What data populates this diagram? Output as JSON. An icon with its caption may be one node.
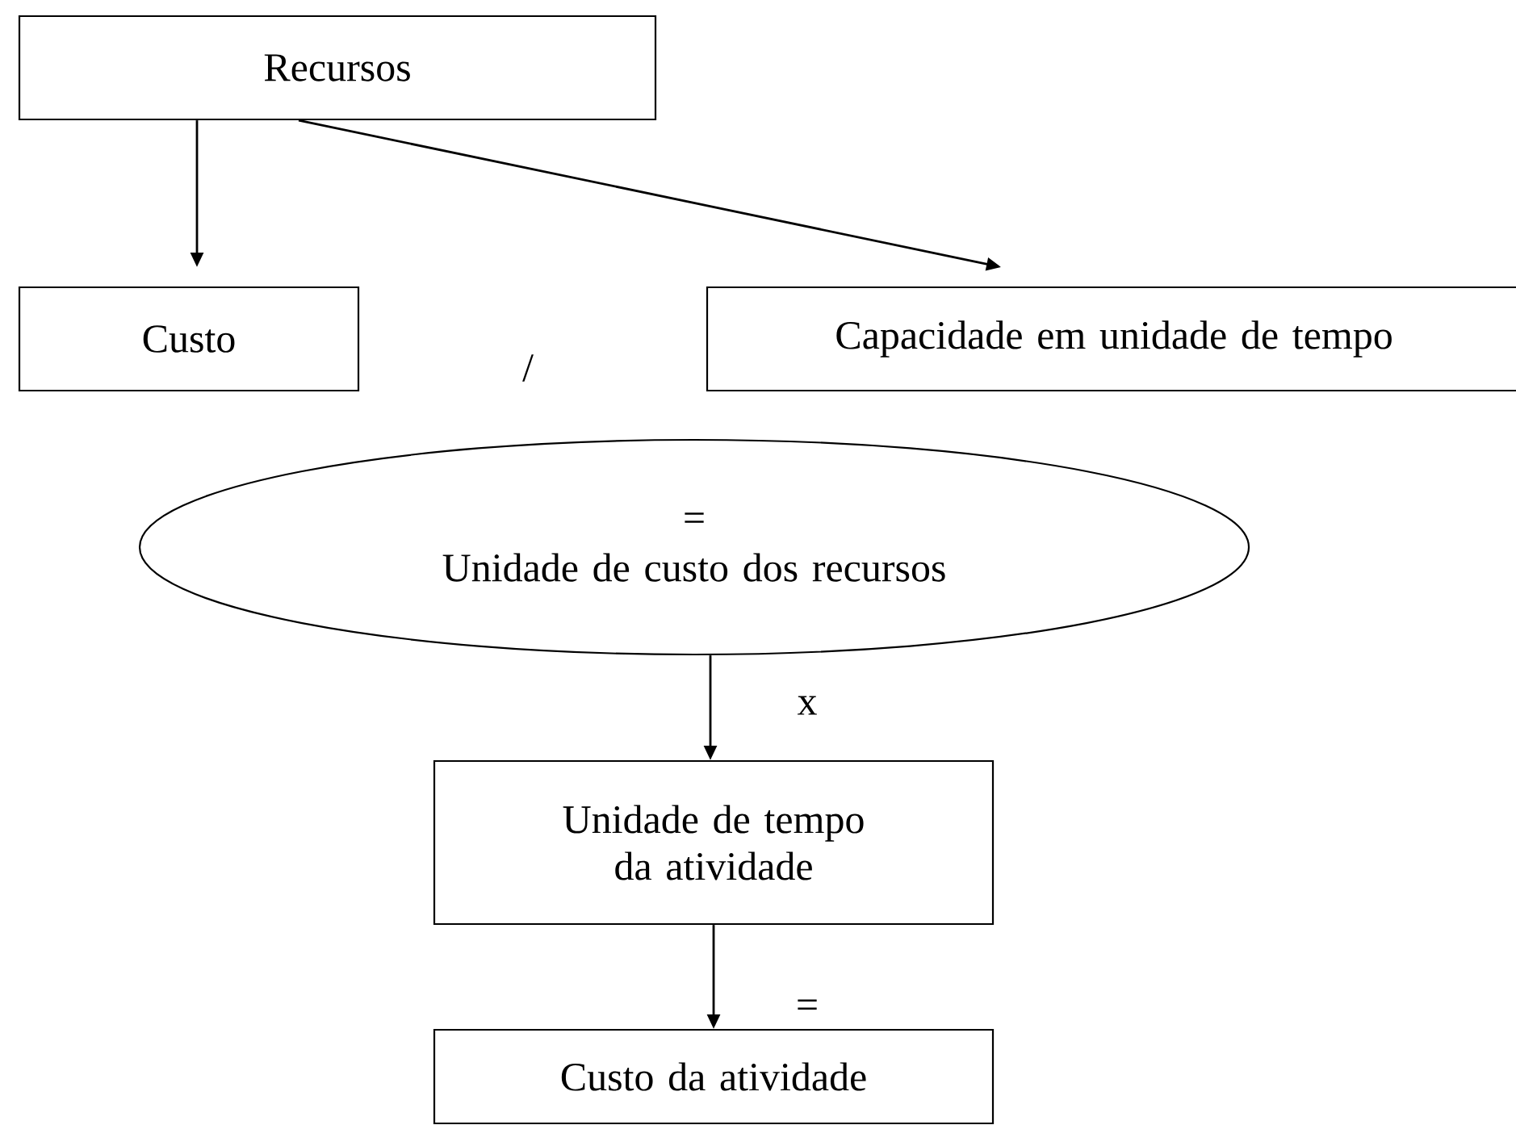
{
  "diagram": {
    "nodes": [
      {
        "text": [
          "Recursos"
        ]
      },
      {
        "text": [
          "Custo"
        ]
      },
      {
        "text": [
          "Capacidade em unidade de tempo"
        ]
      },
      {
        "text": [
          "=",
          "Unidade de custo dos recursos"
        ]
      },
      {
        "text": [
          "Unidade de tempo da atividade"
        ]
      },
      {
        "text": [
          "Custo da atividade"
        ]
      }
    ],
    "edges": [
      {
        "from": 0,
        "to": 1,
        "arrow": "to"
      },
      {
        "from": 0,
        "to": 2,
        "arrow": "to"
      },
      {
        "from": 3,
        "to": 4,
        "arrow": "to",
        "label": "x"
      },
      {
        "from": 4,
        "to": 5,
        "arrow": "to",
        "label": "="
      }
    ],
    "labels": [
      "/"
    ]
  }
}
